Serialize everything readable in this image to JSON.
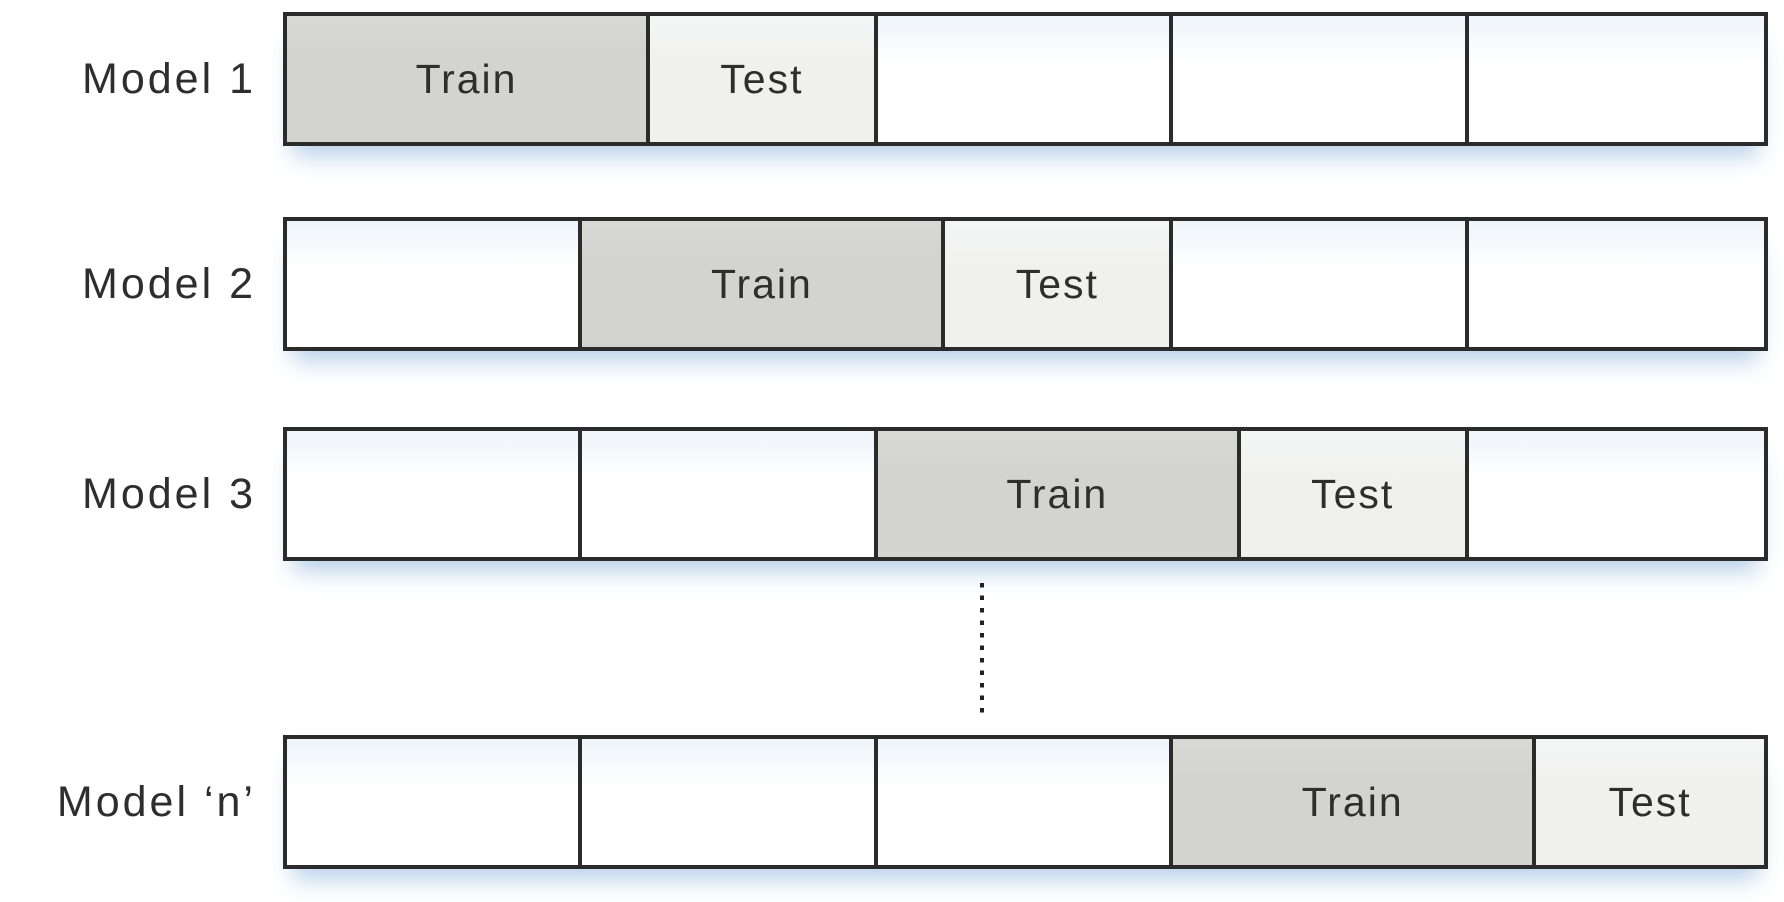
{
  "diagram_type": "sliding-window train/test split timeline",
  "labels": {
    "train": "Train",
    "test": "Test"
  },
  "rows": [
    {
      "label": "Model 1",
      "segments": [
        "train",
        "test",
        "blank",
        "blank",
        "blank"
      ]
    },
    {
      "label": "Model 2",
      "segments": [
        "blank",
        "train",
        "test",
        "blank",
        "blank"
      ]
    },
    {
      "label": "Model 3",
      "segments": [
        "blank",
        "blank",
        "train",
        "test",
        "blank"
      ]
    },
    {
      "label": "Model ‘n’",
      "segments": [
        "blank",
        "blank",
        "blank",
        "train",
        "test"
      ]
    }
  ],
  "continuation_marker": "vertical-dotted-line",
  "grid": {
    "cells_per_row": 5,
    "train_cells": 1.23,
    "test_cells": 0.77
  },
  "colors": {
    "train_fill": "#d3d3d1",
    "test_fill": "#f0f0ee",
    "blank_fill": "#ffffff",
    "border": "#2b2b2b",
    "text": "#2e2e2e",
    "glow": "#aecde8"
  }
}
